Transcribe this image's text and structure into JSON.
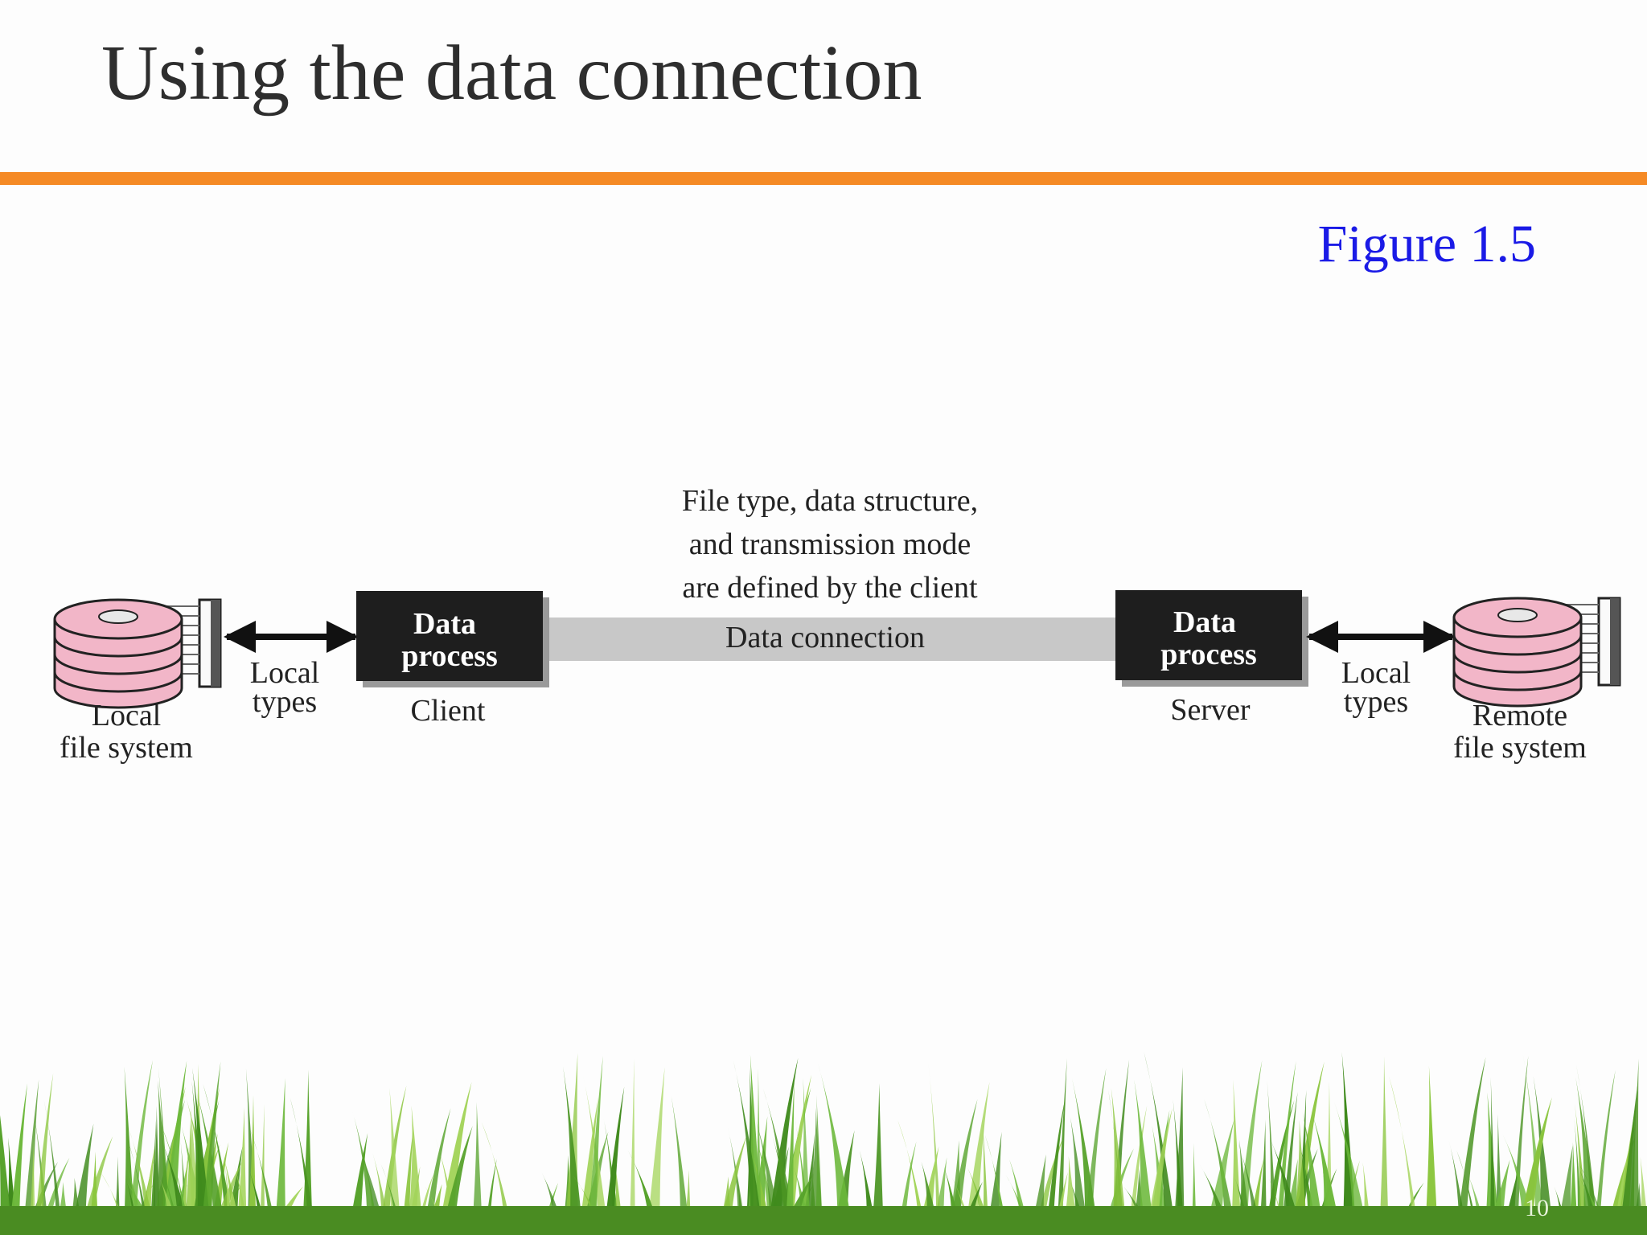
{
  "slide": {
    "title": "Using the data connection",
    "figure_label": "Figure 1.5",
    "page_number": "10"
  },
  "diagram": {
    "local_fs_line1": "Local",
    "local_fs_line2": "file system",
    "remote_fs_line1": "Remote",
    "remote_fs_line2": "file system",
    "left_types_line1": "Local",
    "left_types_line2": "types",
    "right_types_line1": "Local",
    "right_types_line2": "types",
    "client_box_line1": "Data",
    "client_box_line2": "process",
    "server_box_line1": "Data",
    "server_box_line2": "process",
    "client_label": "Client",
    "server_label": "Server",
    "note_line1": "File type, data structure,",
    "note_line2": "and transmission mode",
    "note_line3": "are defined by the client",
    "connection_label": "Data connection"
  },
  "colors": {
    "accent_bar": "#f58a25",
    "figure_label": "#1a1ae6",
    "disk_fill": "#f2b6c8",
    "process_box": "#1e1e1e",
    "connection_band": "#c8c8c8",
    "grass": "#5aa028"
  }
}
